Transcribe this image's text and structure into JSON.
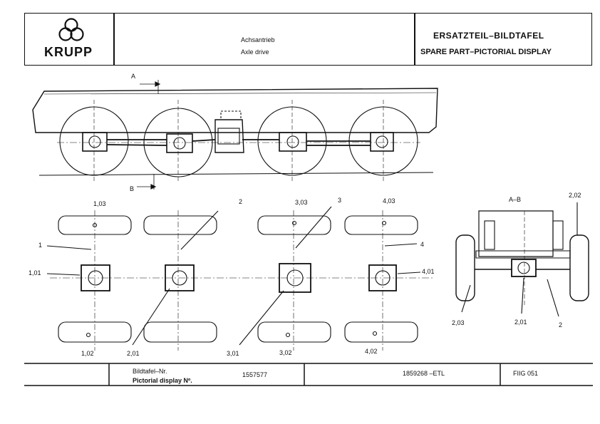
{
  "header": {
    "brand": "KRUPP",
    "title_de": "Achsantrieb",
    "title_en": "Axle drive",
    "sheet_de": "ERSATZTEIL–BILDTAFEL",
    "sheet_en": "SPARE PART–PICTORIAL DISPLAY"
  },
  "side_view": {
    "label_a": "A",
    "label_b": "B"
  },
  "plan_view": {
    "labels": [
      "1,03",
      "2",
      "3,03",
      "3",
      "4,03",
      "1",
      "4",
      "1,01",
      "4,01",
      "1,02",
      "2,01",
      "3,01",
      "3,02",
      "4,02"
    ]
  },
  "section_view": {
    "title": "A–B",
    "labels": [
      "2,02",
      "2,03",
      "2,01",
      "2"
    ]
  },
  "footer": {
    "bildtafel_label": "Bildtafel–Nr.",
    "pictorial_label": "Pictorial display Nº.",
    "display_number": "1557577",
    "part_ref": "1859268 –ETL",
    "fig_ref": "FIIG 051"
  }
}
